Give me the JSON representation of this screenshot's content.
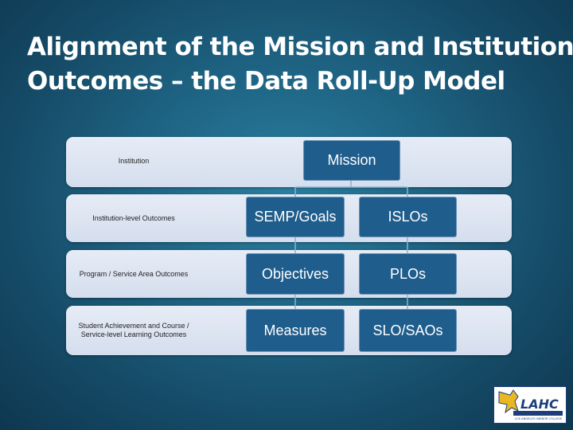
{
  "slide": {
    "title_line1": "Alignment of the Mission and Institutional",
    "title_line2": "Outcomes – the Data Roll-Up Model"
  },
  "rows": [
    {
      "label": "Institution"
    },
    {
      "label": "Institution-level Outcomes"
    },
    {
      "label": "Program / Service Area Outcomes"
    },
    {
      "label_line1": "Student Achievement and Course /",
      "label_line2": "Service-level Learning Outcomes"
    }
  ],
  "boxes": {
    "mission": "Mission",
    "semp_goals": "SEMP/Goals",
    "islos": "ISLOs",
    "objectives": "Objectives",
    "plos": "PLOs",
    "measures": "Measures",
    "slo_saos": "SLO/SAOs"
  },
  "logo": {
    "text": "LAHC",
    "subtext": "LOS ANGELES HARBOR COLLEGE"
  },
  "colors": {
    "box_fill": "#1f5d8c",
    "row_fill": "#dbe3f1",
    "background": "#1f6585"
  }
}
